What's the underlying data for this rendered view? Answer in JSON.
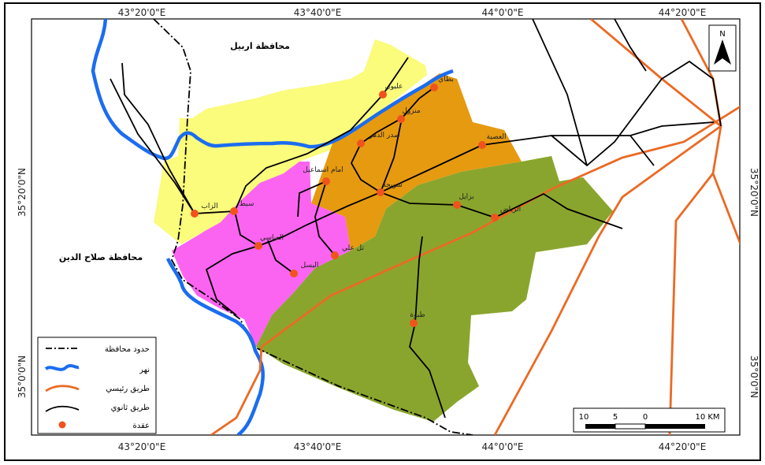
{
  "coords": {
    "top": [
      "43°20'0\"E",
      "43°40'0\"E",
      "44°0'0\"E",
      "44°20'0\"E"
    ],
    "bottom": [
      "43°20'0\"E",
      "43°40'0\"E",
      "44°0'0\"E",
      "44°20'0\"E"
    ],
    "left": [
      "35°20'0\"N",
      "35°0'0\"N"
    ],
    "right": [
      "35°20'0\"N",
      "35°0'0\"N"
    ]
  },
  "regions": {
    "erbil": "محافظة اربيل",
    "salahaddin": "محافظة صلاح الدين"
  },
  "nodes": [
    {
      "name": "الزاب"
    },
    {
      "name": "سبط"
    },
    {
      "name": "عليوي"
    },
    {
      "name": "بطاي"
    },
    {
      "name": "منزول"
    },
    {
      "name": "صدر الدهر"
    },
    {
      "name": "العصية"
    },
    {
      "name": "امام اسماعيل"
    },
    {
      "name": "سويجة"
    },
    {
      "name": "بزايل"
    },
    {
      "name": "الرياض"
    },
    {
      "name": "العباسي"
    },
    {
      "name": "تل علي"
    },
    {
      "name": "البسل"
    },
    {
      "name": "طبوة"
    }
  ],
  "legend": {
    "items": [
      {
        "label": "حدود محافظة",
        "icon": "dash-dot-boundary"
      },
      {
        "label": "نهر",
        "icon": "river-line"
      },
      {
        "label": "طريق رئيسي",
        "icon": "main-road-line"
      },
      {
        "label": "طريق ثانوي",
        "icon": "secondary-road-line"
      },
      {
        "label": "عقدة",
        "icon": "node-dot"
      }
    ]
  },
  "north_arrow": {
    "label": "N"
  },
  "scale_bar": {
    "labels": [
      "10",
      "5",
      "0",
      "10 KM"
    ]
  },
  "colors": {
    "yellow_zone": "#fbfb7c",
    "orange_zone": "#e69a10",
    "pink_zone": "#fb64f0",
    "green_zone": "#8aa52d",
    "river": "#1b6df0",
    "main_road": "#ea6a24",
    "secondary_road": "#000000",
    "node": "#f0541c"
  }
}
